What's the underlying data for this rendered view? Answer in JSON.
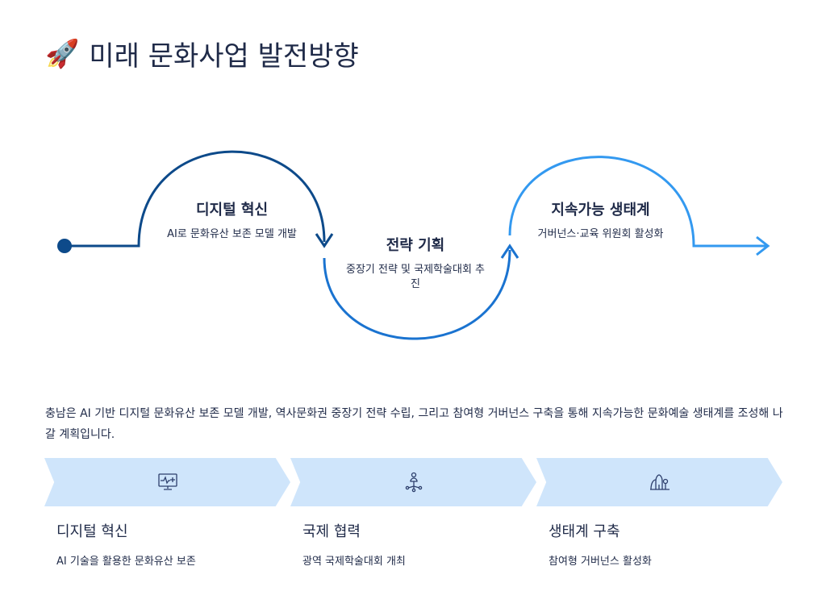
{
  "title": {
    "icon": "rocket-icon",
    "text": "미래 문화사업 발전방향"
  },
  "flow": {
    "colors": [
      "#0d4a8a",
      "#1a73d0",
      "#3399f0"
    ],
    "steps": [
      {
        "title": "디지털 혁신",
        "desc": "AI로 문화유산 보존 모델 개발"
      },
      {
        "title": "전략 기획",
        "desc": "중장기 전략 및 국제학술대회 추진"
      },
      {
        "title": "지속가능 생태계",
        "desc": "거버넌스·교육 위원회 활성화"
      }
    ]
  },
  "summary": "충남은 AI 기반 디지털 문화유산 보존 모델 개발, 역사문화권 중장기 전략 수립, 그리고 참여형 거버넌스 구축을 통해 지속가능한 문화예술 생태계를 조성해 나갈 계획입니다.",
  "cards": [
    {
      "icon": "monitor-health-icon",
      "title": "디지털 혁신",
      "desc": "AI 기술을 활용한 문화유산 보존"
    },
    {
      "icon": "network-person-icon",
      "title": "국제 협력",
      "desc": "광역 국제학술대회 개최"
    },
    {
      "icon": "trees-icon",
      "title": "생태계 구축",
      "desc": "참여형 거버넌스 활성화"
    }
  ],
  "accent_bg": "#cfe5fb"
}
